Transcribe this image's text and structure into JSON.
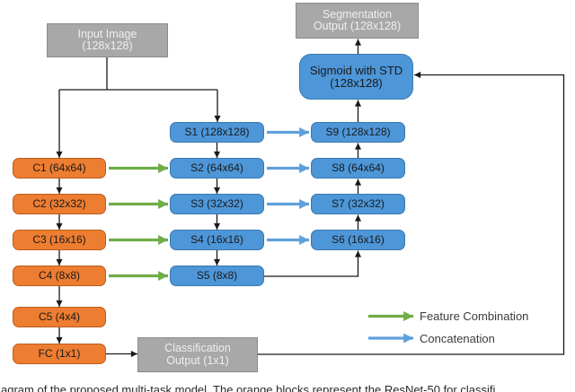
{
  "diagram": {
    "nodes": {
      "input_image": {
        "line1": "Input Image",
        "line2": "(128x128)"
      },
      "segmentation_output": {
        "line1": "Segmentation",
        "line2": "Output (128x128)"
      },
      "sigmoid": {
        "line1": "Sigmoid with STD",
        "line2": "(128x128)"
      },
      "s1": "S1 (128x128)",
      "s2": "S2 (64x64)",
      "s3": "S3 (32x32)",
      "s4": "S4 (16x16)",
      "s5": "S5 (8x8)",
      "s6": "S6 (16x16)",
      "s7": "S7 (32x32)",
      "s8": "S8 (64x64)",
      "s9": "S9 (128x128)",
      "c1": "C1 (64x64)",
      "c2": "C2 (32x32)",
      "c3": "C3 (16x16)",
      "c4": "C4 (8x8)",
      "c5": "C5 (4x4)",
      "fc": "FC (1x1)",
      "classification_output": {
        "line1": "Classification",
        "line2": "Output (1x1)"
      }
    },
    "legend": [
      {
        "label": "Feature Combination",
        "color": "#6FAD47"
      },
      {
        "label": "Concatenation",
        "color": "#5FA0DC"
      }
    ],
    "colors": {
      "conv_block_fill": "#ED7D31",
      "conv_block_border": "#BA5D1D",
      "seg_block_fill": "#4D96D8",
      "seg_block_border": "#3A79AE",
      "io_block_fill": "#A8A8A8",
      "io_block_border": "#8B8B8B",
      "connector": "#1A1A1A"
    }
  },
  "caption": "agram of the proposed multi-task model. The orange blocks represent the ResNet-50 for classifi"
}
